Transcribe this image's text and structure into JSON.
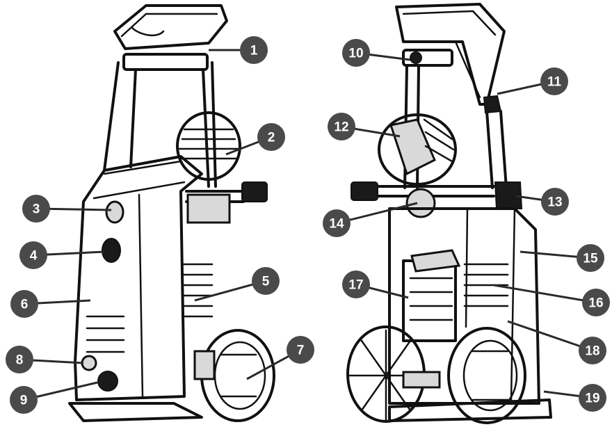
{
  "callouts": [
    {
      "label": "1"
    },
    {
      "label": "2"
    },
    {
      "label": "3"
    },
    {
      "label": "4"
    },
    {
      "label": "5"
    },
    {
      "label": "6"
    },
    {
      "label": "7"
    },
    {
      "label": "8"
    },
    {
      "label": "9"
    },
    {
      "label": "10"
    },
    {
      "label": "11"
    },
    {
      "label": "12"
    },
    {
      "label": "13"
    },
    {
      "label": "14"
    },
    {
      "label": "15"
    },
    {
      "label": "16"
    },
    {
      "label": "17"
    },
    {
      "label": "18"
    },
    {
      "label": "19"
    }
  ],
  "colors": {
    "badge": "#4a4a4a",
    "badge_text": "#ffffff",
    "line_art": "#111111"
  }
}
